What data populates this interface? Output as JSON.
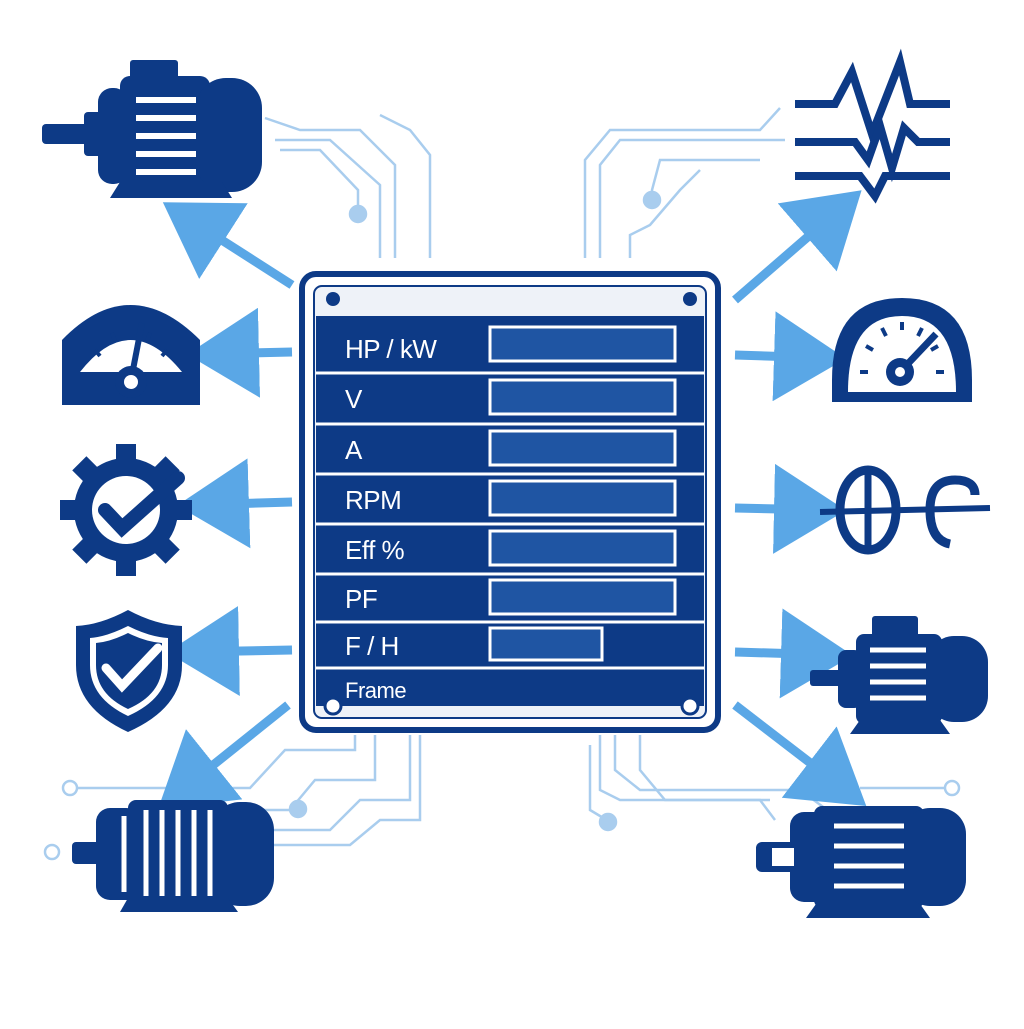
{
  "colors": {
    "navy": "#0d3a86",
    "arrow": "#5aa7e6",
    "circuit": "#a9cdee",
    "field_fill": "#1f55a3",
    "plate_border": "#0d3a86"
  },
  "nameplate": {
    "rows": [
      {
        "label": "HP / kW",
        "field": "full"
      },
      {
        "label": "V",
        "field": "full"
      },
      {
        "label": "A",
        "field": "full"
      },
      {
        "label": "RPM",
        "field": "full"
      },
      {
        "label": "Eff %",
        "field": "full"
      },
      {
        "label": "PF",
        "field": "full"
      },
      {
        "label": "F / H",
        "field": "short"
      },
      {
        "label": "Frame",
        "field": "none"
      }
    ]
  },
  "icons": {
    "left": [
      "motor-icon",
      "gauge-icon",
      "gear-check-icon",
      "shield-check-icon",
      "motor-icon"
    ],
    "right": [
      "waveform-icon",
      "speedometer-icon",
      "shaft-icon",
      "motor-icon",
      "motor-icon"
    ]
  }
}
